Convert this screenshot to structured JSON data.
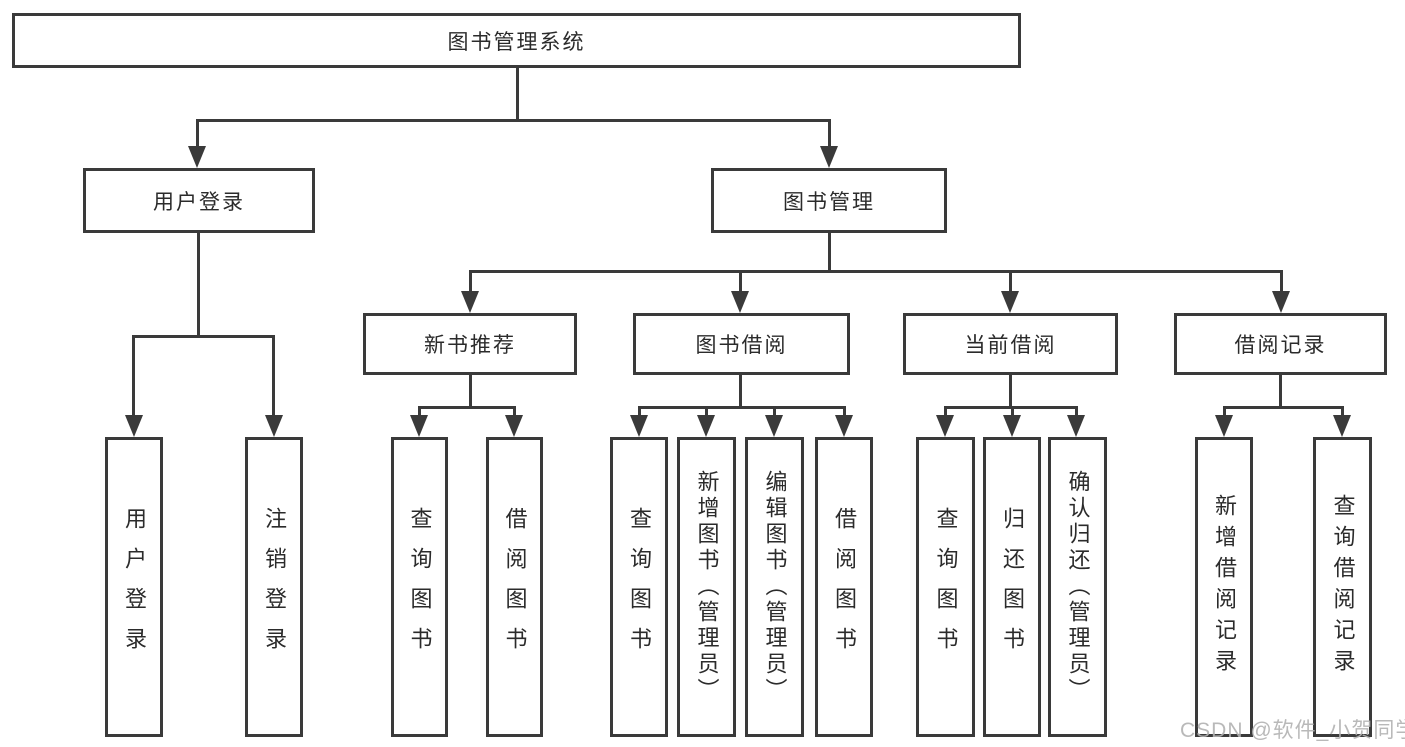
{
  "diagram": {
    "root": {
      "label": "图书管理系统"
    },
    "level2": [
      {
        "label": "用户登录"
      },
      {
        "label": "图书管理"
      }
    ],
    "level3": [
      {
        "label": "新书推荐"
      },
      {
        "label": "图书借阅"
      },
      {
        "label": "当前借阅"
      },
      {
        "label": "借阅记录"
      }
    ],
    "leaves": {
      "user_login": [
        "用户登录",
        "注销登录"
      ],
      "new_book_recommend": [
        "查询图书",
        "借阅图书"
      ],
      "book_borrow": [
        "查询图书",
        "新增图书（管理员）",
        "编辑图书（管理员）",
        "借阅图书"
      ],
      "current_borrow": [
        "查询图书",
        "归还图书",
        "确认归还（管理员）"
      ],
      "borrow_record": [
        "新增借阅记录",
        "查询借阅记录"
      ]
    }
  },
  "watermark": {
    "text": "CSDN @软件_小贺同学"
  },
  "colors": {
    "line": "#3a3a3a",
    "text": "#2b2b2b",
    "watermark": "#b2b2b2",
    "background": "#ffffff"
  }
}
